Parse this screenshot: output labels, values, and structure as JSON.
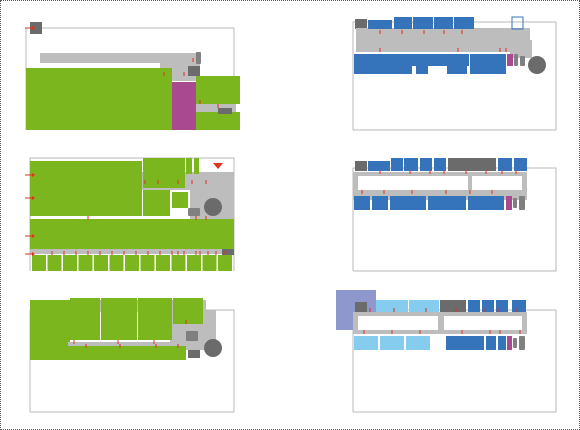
{
  "figure": {
    "panels": [
      {
        "id": "panel-1",
        "theme": "green",
        "corridor_markers": 5
      },
      {
        "id": "panel-2",
        "theme": "dark-blue",
        "corridor_markers": 9
      },
      {
        "id": "panel-3",
        "theme": "green",
        "corridor_markers": 28
      },
      {
        "id": "panel-4",
        "theme": "dark-blue",
        "corridor_markers": 14
      },
      {
        "id": "panel-5",
        "theme": "green",
        "corridor_markers": 8
      },
      {
        "id": "panel-6",
        "theme": "light-and-dark-blue",
        "corridor_markers": 14
      }
    ]
  },
  "colors": {
    "outline": "#b9b9b9",
    "corridor": "#bdbdbd",
    "green": "#7cb61f",
    "dark_blue": "#3574ba",
    "light_blue": "#85ccef",
    "purple": "#a9498f",
    "service": "#6b6b6b",
    "dark_gray": "#6b6b6b",
    "lavender": "#8e98cd",
    "marker": "#e0301e",
    "stair": "#808080"
  }
}
